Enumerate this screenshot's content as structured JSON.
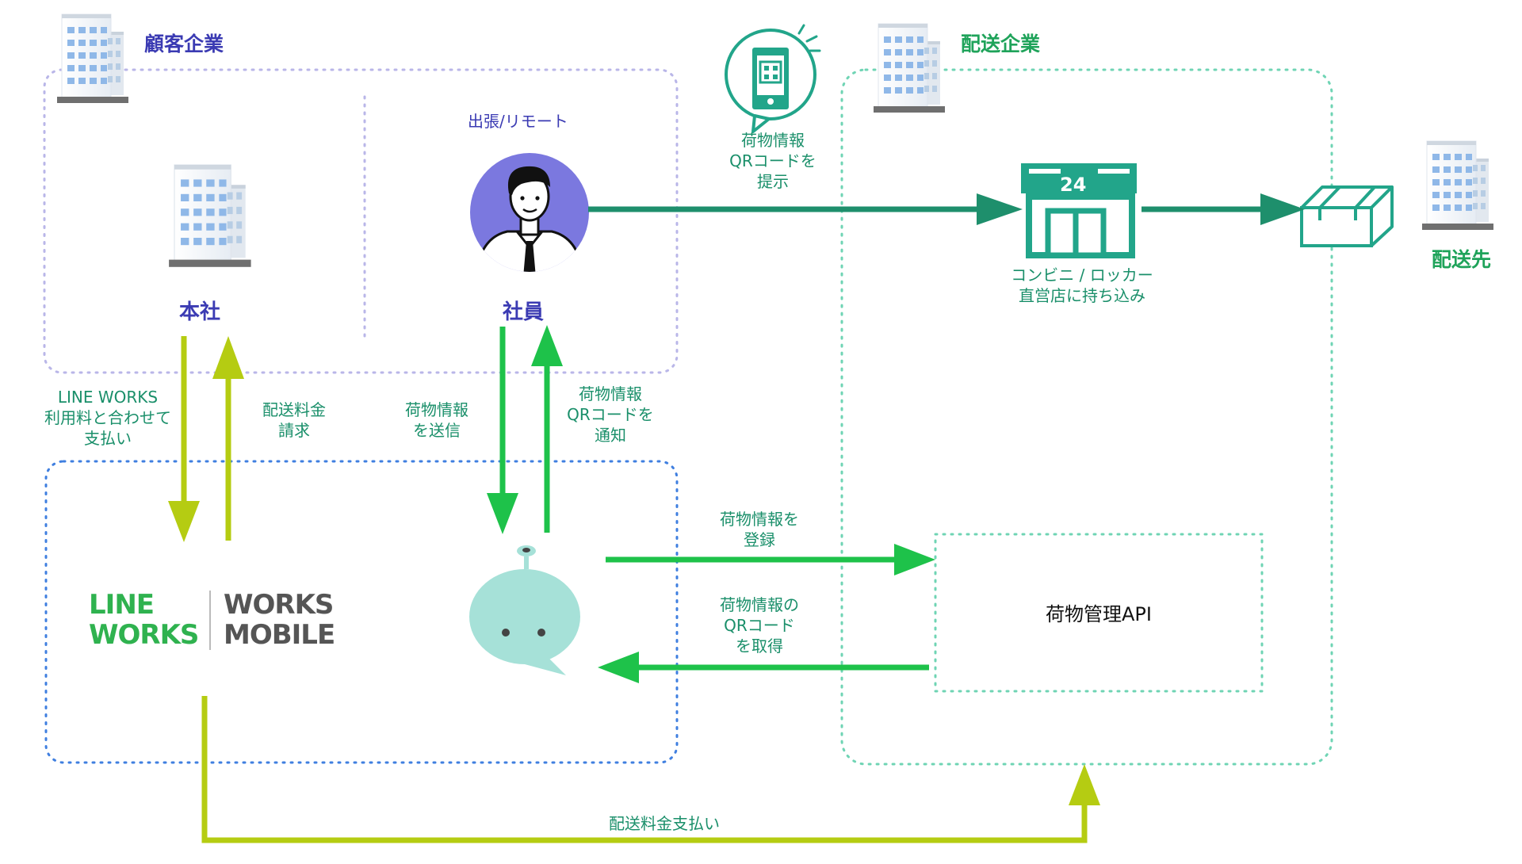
{
  "groups": {
    "customer_title": "顧客企業",
    "delivery_title": "配送企業",
    "destination_title": "配送先",
    "remote_title": "出張/リモート"
  },
  "nodes": {
    "head_office": "本社",
    "employee": "社員",
    "store_line1": "コンビニ / ロッカー",
    "store_line2": "直営店に持ち込み",
    "store_sign": "24",
    "api": "荷物管理API",
    "logo_left_line1": "LINE",
    "logo_left_line2": "WORKS",
    "logo_right_line1": "WORKS",
    "logo_right_line2": "MOBILE"
  },
  "edges": {
    "qr_present": [
      "荷物情報",
      "QRコードを",
      "提示"
    ],
    "pay_with_lw": [
      "LINE WORKS",
      "利用料と合わせて",
      "支払い"
    ],
    "bill": [
      "配送料金",
      "請求"
    ],
    "send_info": [
      "荷物情報",
      "を送信"
    ],
    "notify_qr": [
      "荷物情報",
      "QRコードを",
      "通知"
    ],
    "register": [
      "荷物情報を",
      "登録"
    ],
    "get_qr": [
      "荷物情報の",
      "QRコード",
      "を取得"
    ],
    "pay_delivery": "配送料金支払い"
  },
  "colors": {
    "purple_text": "#3b3bb3",
    "green_text": "#1fa35a",
    "teal": "#1e8f6c",
    "bright_green": "#1ec24a",
    "lime": "#b5cc12",
    "customer_border": "#b9b6e8",
    "lw_border": "#3f7fe0",
    "delivery_border": "#6fd4b4",
    "bot": "#a6e1d8"
  }
}
